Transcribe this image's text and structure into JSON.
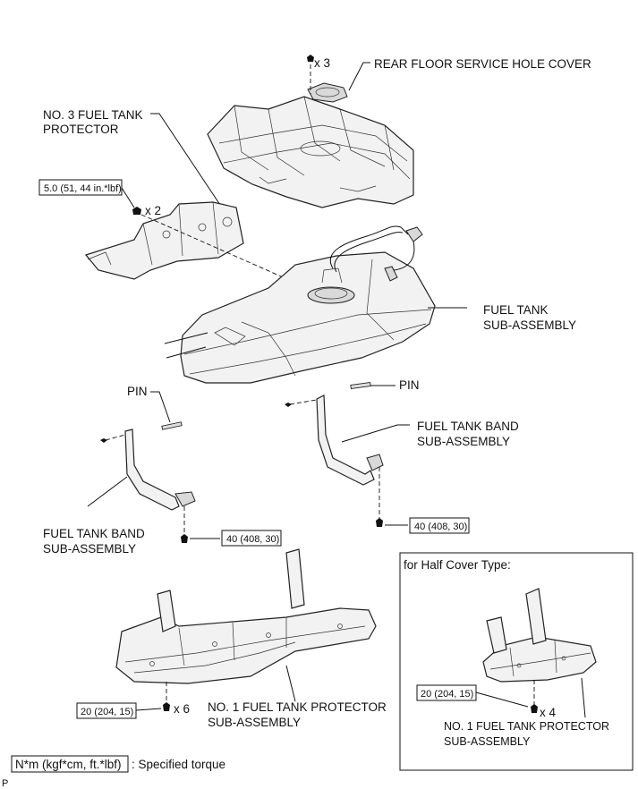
{
  "labels": {
    "rear_floor_cover": "REAR FLOOR SERVICE HOLE COVER",
    "qty_cover_bolts": "x 3",
    "no3_protector_line1": "NO. 3 FUEL TANK",
    "no3_protector_line2": "PROTECTOR",
    "torque_no3": "5.0 (51, 44 in.*lbf)",
    "qty_no3_bolts": "x 2",
    "fuel_tank_line1": "FUEL TANK",
    "fuel_tank_line2": "SUB-ASSEMBLY",
    "pin_left": "PIN",
    "pin_right": "PIN",
    "band_right_line1": "FUEL TANK BAND",
    "band_right_line2": "SUB-ASSEMBLY",
    "band_left_line1": "FUEL TANK BAND",
    "band_left_line2": "SUB-ASSEMBLY",
    "torque_band_left": "40 (408, 30)",
    "torque_band_right": "40 (408, 30)",
    "half_cover_title": "for Half Cover Type:",
    "torque_no1": "20 (204, 15)",
    "qty_no1_bolts": "x 6",
    "no1_protector_line1": "NO. 1 FUEL TANK PROTECTOR",
    "no1_protector_line2": "SUB-ASSEMBLY",
    "torque_half": "20 (204, 15)",
    "qty_half_bolts": "x 4",
    "half_protector_line1": "NO. 1 FUEL TANK PROTECTOR",
    "half_protector_line2": "SUB-ASSEMBLY",
    "legend_unit": "N*m (kgf*cm, ft.*lbf)",
    "legend_text": ": Specified torque",
    "corner_mark": "P"
  }
}
